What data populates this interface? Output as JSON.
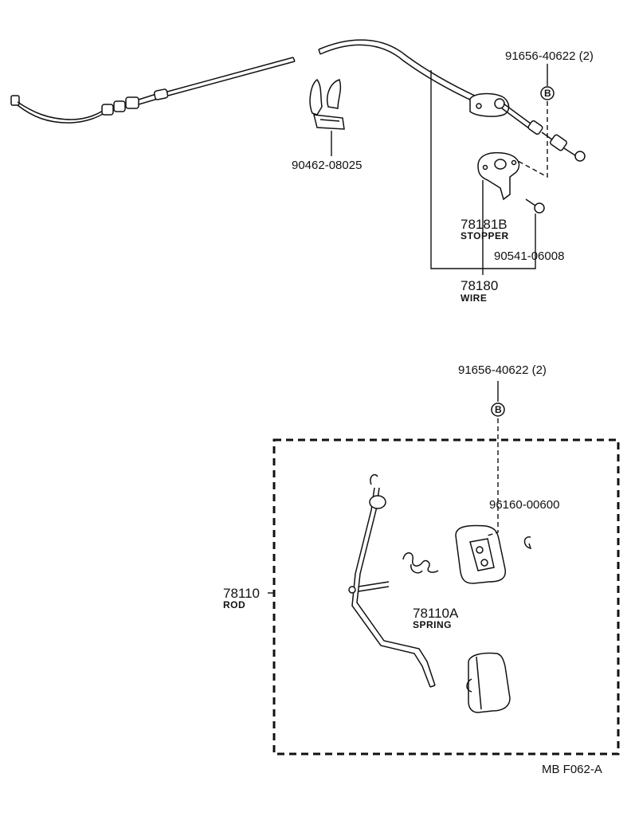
{
  "labels": {
    "bolt_top": "91656-40622 (2)",
    "bolt_top_marker": "B",
    "clip": "90462-08025",
    "stopper_num": "78181B",
    "stopper_name": "STOPPER",
    "screw": "90541-06008",
    "wire_num": "78180",
    "wire_name": "WIRE",
    "bolt_bottom": "91656-40622 (2)",
    "bolt_bottom_marker": "B",
    "clip_e": "96160-00600",
    "rod_num": "78110",
    "rod_name": "ROD",
    "spring_num": "78110A",
    "spring_name": "SPRING",
    "figure_code": "MB  F062-A"
  },
  "colors": {
    "ink": "#111111",
    "paper": "#ffffff"
  }
}
